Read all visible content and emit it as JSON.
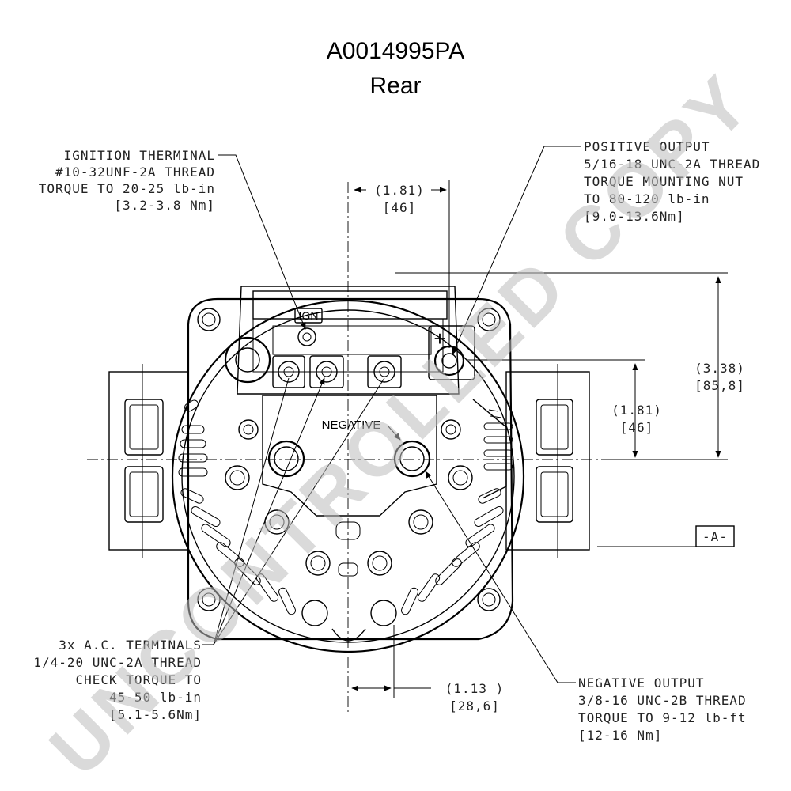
{
  "title": {
    "part_number": "A0014995PA",
    "view": "Rear"
  },
  "watermark": "UNCONTROLLED COPY",
  "callouts": {
    "ignition": [
      "IGNITION THERMINAL",
      "#10-32UNF-2A THREAD",
      "TORQUE TO 20-25 lb-in",
      "[3.2-3.8 Nm]"
    ],
    "positive": [
      "POSITIVE OUTPUT",
      "5/16-18 UNC-2A THREAD",
      "TORQUE MOUNTING NUT",
      "TO 80-120 lb-in",
      "[9.0-13.6Nm]"
    ],
    "ac_terminals": [
      "3x A.C. TERMINALS",
      "1/4-20 UNC-2A THREAD",
      "CHECK TORQUE TO",
      "45-50 lb-in",
      "[5.1-5.6Nm]"
    ],
    "negative_output": [
      "NEGATIVE OUTPUT",
      "3/8-16 UNC-2B THREAD",
      "TORQUE TO 9-12 lb-ft",
      "[12-16 Nm]"
    ]
  },
  "dimensions": {
    "top_width": {
      "imperial": "(1.81)",
      "metric": "[46]"
    },
    "right_height_large": {
      "imperial": "(3.38)",
      "metric": "[85,8]"
    },
    "right_height_small": {
      "imperial": "(1.81)",
      "metric": "[46]"
    },
    "bottom_offset": {
      "imperial": "(1.13  )",
      "metric": "[28,6]"
    }
  },
  "datum": "-A-",
  "terminal_labels": {
    "ign": "IGN",
    "negative": "NEGATIVE",
    "positive_symbol": "+"
  }
}
